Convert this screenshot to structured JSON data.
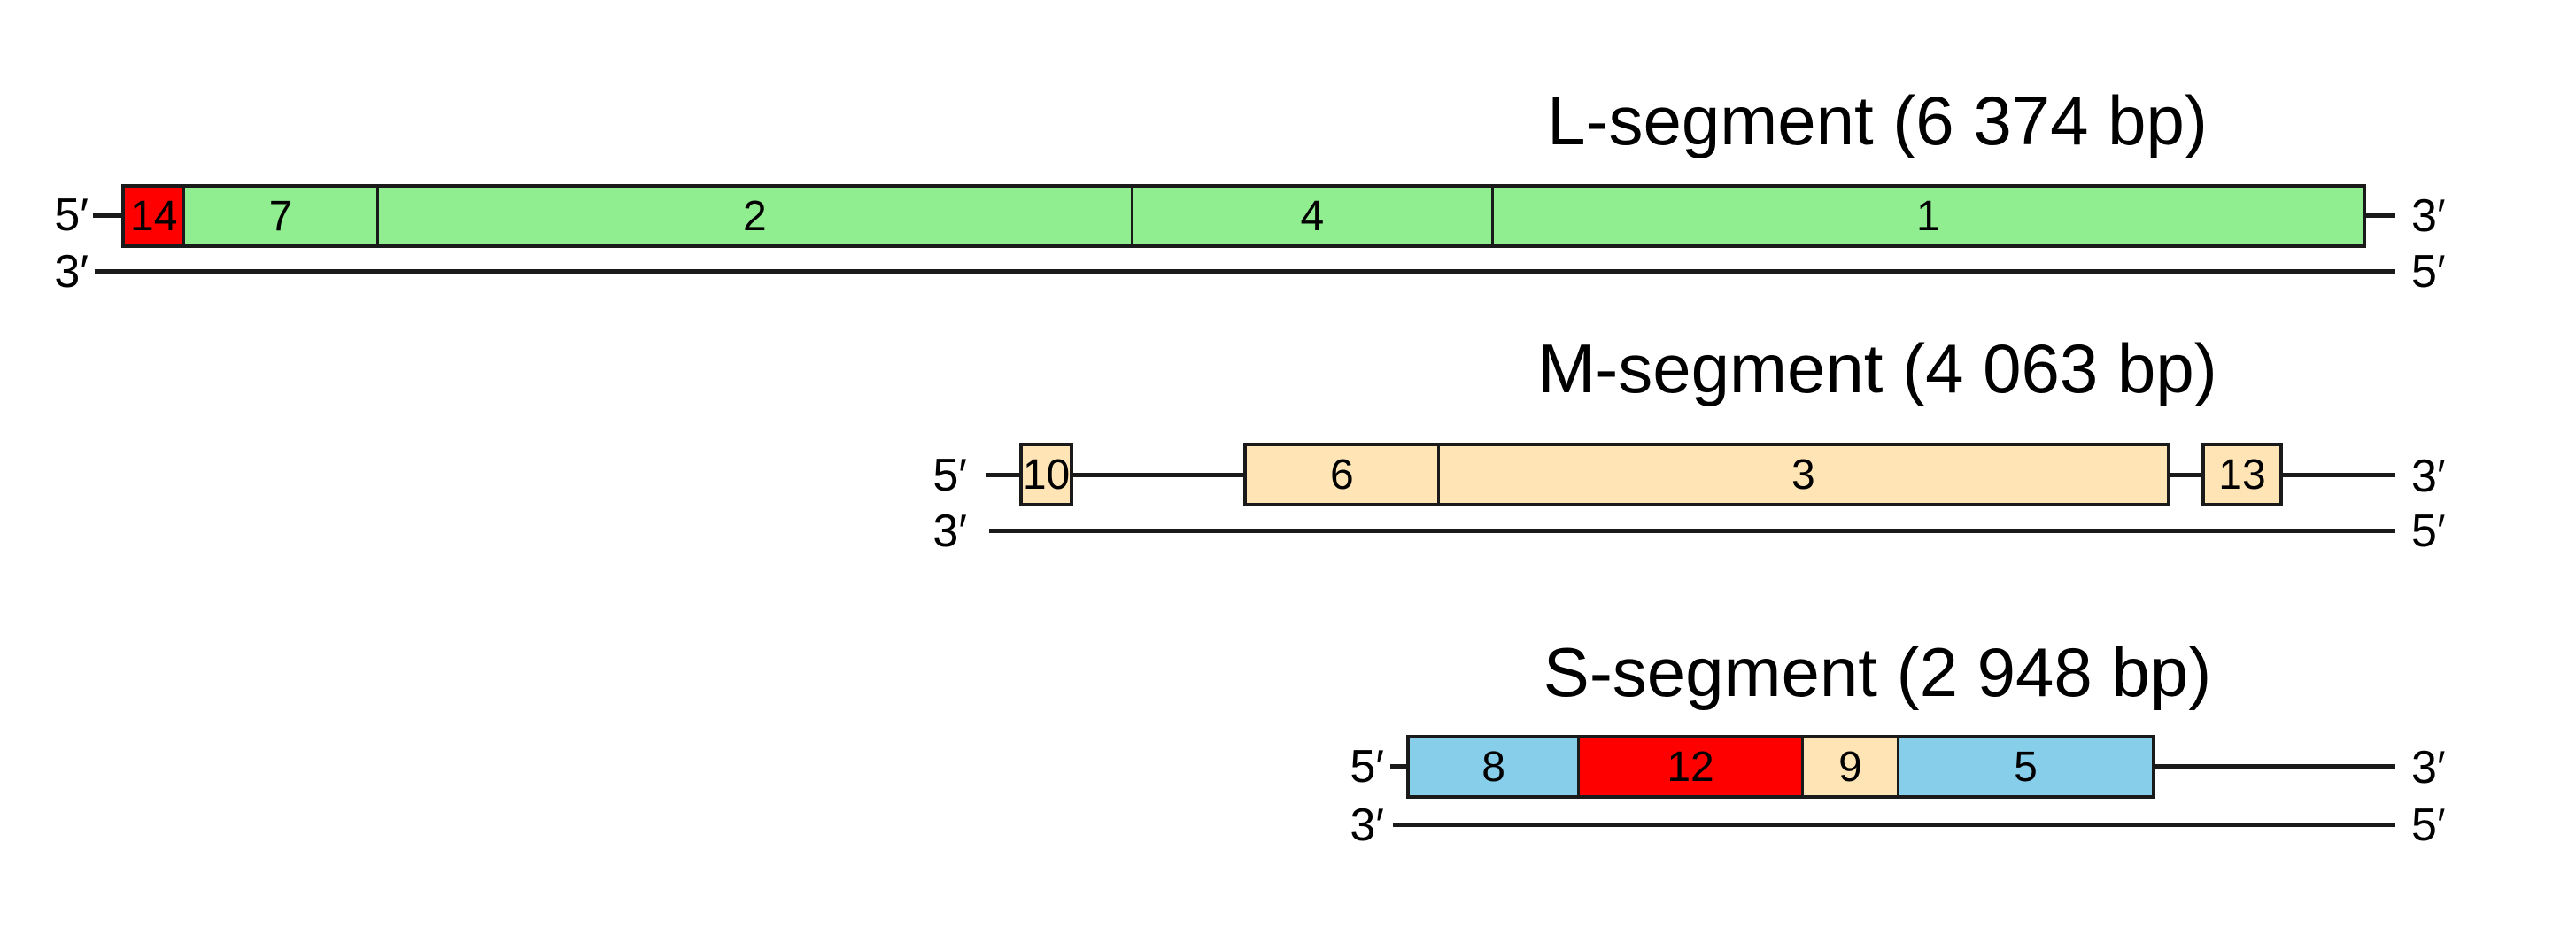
{
  "colors": {
    "green": "#90EE90",
    "red": "#FF0000",
    "tan": "#FFE4B5",
    "blue": "#87CEEB",
    "line": "#1a1a1a",
    "text": "#000000",
    "background": "#ffffff"
  },
  "segments": [
    {
      "id": "L",
      "title": "L-segment (6 374 bp)",
      "length_bp": "6 374",
      "labels": {
        "top_left": "5′",
        "top_right": "3′",
        "bottom_left": "3′",
        "bottom_right": "5′"
      },
      "orfs": [
        {
          "label": "14",
          "color": "red"
        },
        {
          "label": "7",
          "color": "green"
        },
        {
          "label": "2",
          "color": "green"
        },
        {
          "label": "4",
          "color": "green"
        },
        {
          "label": "1",
          "color": "green"
        }
      ]
    },
    {
      "id": "M",
      "title": "M-segment (4 063 bp)",
      "length_bp": "4 063",
      "labels": {
        "top_left": "5′",
        "top_right": "3′",
        "bottom_left": "3′",
        "bottom_right": "5′"
      },
      "orfs": [
        {
          "label": "10",
          "color": "tan"
        },
        {
          "label": "6",
          "color": "tan"
        },
        {
          "label": "3",
          "color": "tan"
        },
        {
          "label": "13",
          "color": "tan"
        }
      ]
    },
    {
      "id": "S",
      "title": "S-segment (2 948 bp)",
      "length_bp": "2 948",
      "labels": {
        "top_left": "5′",
        "top_right": "3′",
        "bottom_left": "3′",
        "bottom_right": "5′"
      },
      "orfs": [
        {
          "label": "8",
          "color": "blue"
        },
        {
          "label": "12",
          "color": "red"
        },
        {
          "label": "9",
          "color": "tan"
        },
        {
          "label": "5",
          "color": "blue"
        }
      ]
    }
  ]
}
